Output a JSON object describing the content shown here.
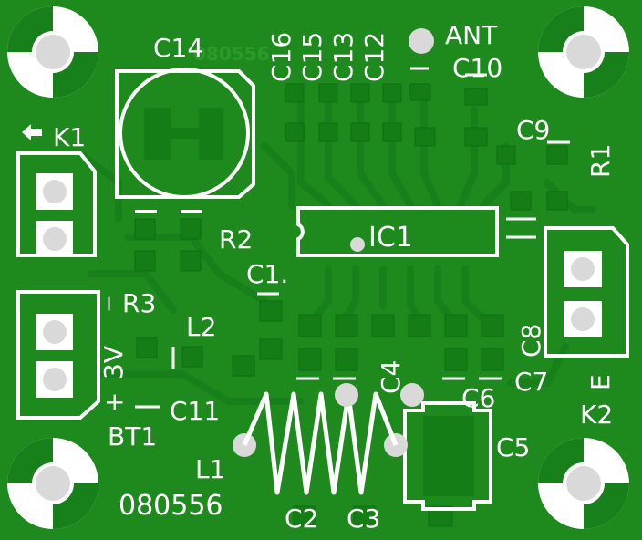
{
  "board": {
    "id": "080556",
    "ghost_id": "080556",
    "colors": {
      "mask": "#1e8a1e",
      "copper": "#157d15",
      "silk": "#ffffff",
      "hole": "#d9d9d9"
    }
  },
  "labels": {
    "c16": "C16",
    "c15": "C15",
    "c13": "C13",
    "c12": "C12",
    "ant": "ANT",
    "c10": "C10",
    "c14": "C14",
    "k1": "K1",
    "c9": "C9",
    "r1": "R1",
    "r2": "R2",
    "ic1": "IC1",
    "c1": "C1.",
    "r3": "R3",
    "l2": "L2",
    "c8": "C8",
    "e": "E",
    "k2": "K2",
    "three_v": "3V",
    "plus": "+",
    "minus": "_",
    "c11": "C11",
    "bt1": "BT1",
    "c4": "C4",
    "c6": "C6",
    "c7": "C7",
    "c5": "C5",
    "l1": "L1",
    "c2": "C2",
    "c3": "C3"
  }
}
